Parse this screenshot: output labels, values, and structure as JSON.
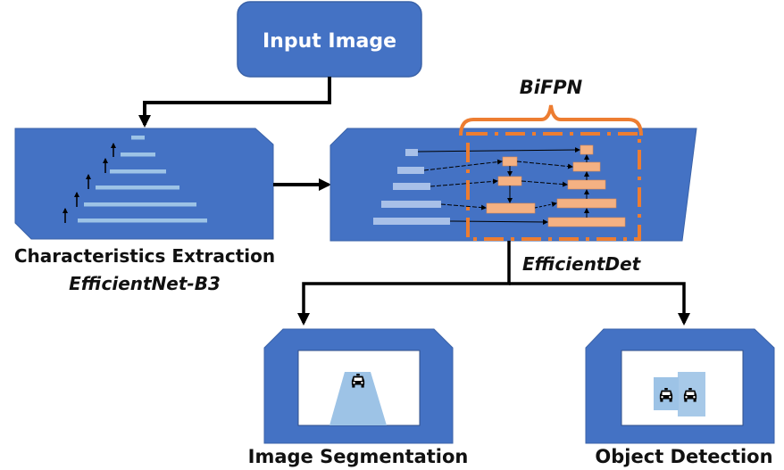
{
  "colors": {
    "node_fill": "#4472c4",
    "node_stroke": "#3a62a8",
    "feature_bar": "#9dc3e6",
    "bifpn_node": "#f4b183",
    "bifpn_frame": "#ed7d31",
    "arrow": "#000000",
    "road": "#9dc3e6",
    "detect_box": "#9dc3e6"
  },
  "nodes": {
    "input": {
      "label": "Input Image"
    },
    "backbone": {
      "label": "Characteristics Extraction",
      "sublabel": "EfficientNet-B3",
      "pyramid_levels": 6
    },
    "bifpn": {
      "label": "BiFPN",
      "sublabel": "EfficientDet",
      "input_levels": 5
    },
    "segmentation": {
      "label": "Image Segmentation",
      "icon": "car-icon"
    },
    "detection": {
      "label": "Object Detection",
      "icons": [
        "car-icon",
        "car-icon"
      ]
    }
  },
  "edges": [
    {
      "from": "input",
      "to": "backbone"
    },
    {
      "from": "backbone",
      "to": "bifpn"
    },
    {
      "from": "bifpn",
      "to": "segmentation"
    },
    {
      "from": "bifpn",
      "to": "detection"
    }
  ]
}
